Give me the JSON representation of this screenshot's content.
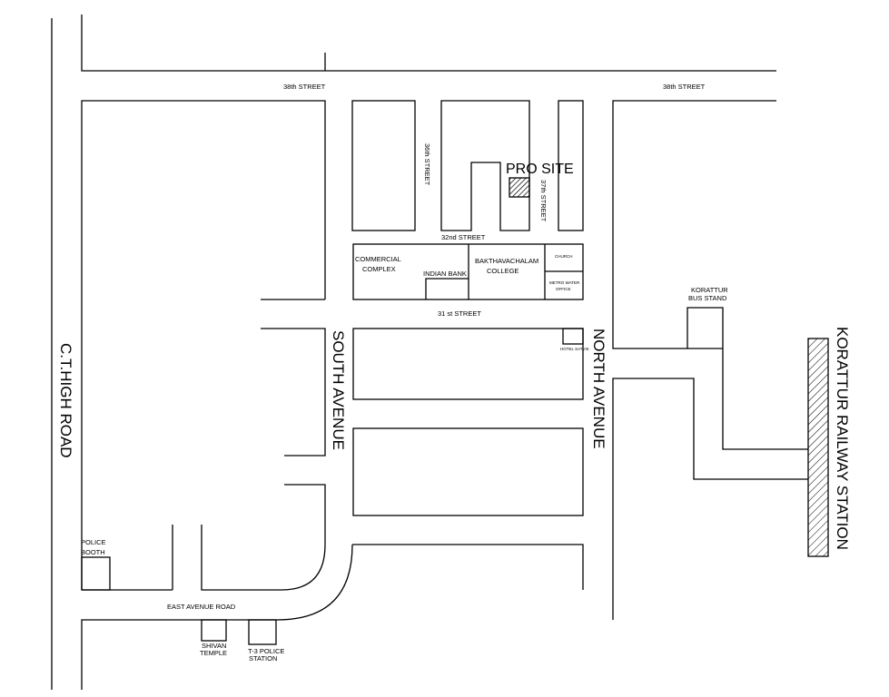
{
  "labels": {
    "street_38_left": "38th STREET",
    "street_38_right": "38th STREET",
    "street_36": "36th STREET",
    "street_37": "37th STREET",
    "street_32": "32nd STREET",
    "street_31": "31 st STREET",
    "pro_site": "PRO SITE",
    "commercial_1": "COMMERCIAL",
    "commercial_2": "COMPLEX",
    "indian_bank": "INDIAN BANK",
    "college_1": "BAKTHAVACHALAM",
    "college_2": "COLLEGE",
    "church": "CHURCH",
    "metro_1": "METRO WATER",
    "metro_2": "OFFICE",
    "hotel": "HOTEL SATVIK",
    "bus_stand_1": "KORATTUR",
    "bus_stand_2": "BUS STAND",
    "ct_high_road": "C.T.HIGH ROAD",
    "south_avenue": "SOUTH AVENUE",
    "north_avenue": "NORTH AVENUE",
    "railway_station": "KORATTUR RAILWAY STATION",
    "police_booth_1": "POLICE",
    "police_booth_2": "BOOTH",
    "east_avenue_road": "EAST AVENUE ROAD",
    "shivan_temple_1": "SHIVAN",
    "shivan_temple_2": "TEMPLE",
    "t3_police_1": "T-3 POLICE",
    "t3_police_2": "STATION"
  },
  "colors": {
    "line": "#000000",
    "background": "#ffffff"
  }
}
